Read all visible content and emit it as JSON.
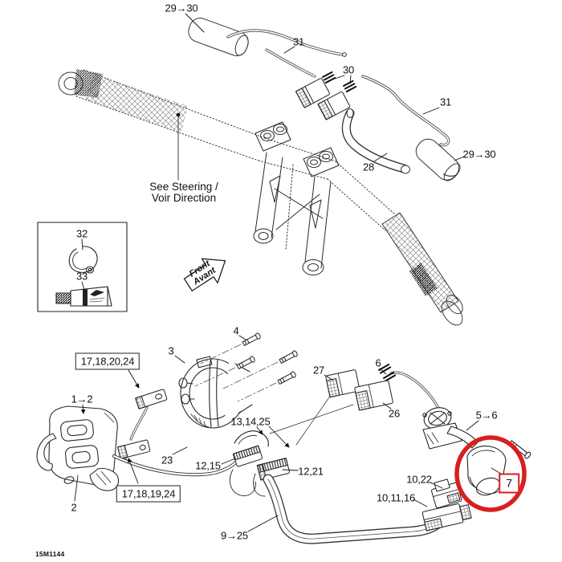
{
  "title": "Steering wiring harness exploded parts diagram",
  "drawing_code": "15M1144",
  "colors": {
    "background": "#ffffff",
    "line": "#1f1f1f",
    "highlight_red": "#d7201f"
  },
  "note": {
    "line1": "See Steering /",
    "line2": "Voir Direction"
  },
  "direction_arrow": {
    "line1": "Front",
    "line2": "Avant"
  },
  "highlighted_part": "7",
  "labels": [
    {
      "id": "29-30-left",
      "text": "29→30"
    },
    {
      "id": "31-upper",
      "text": "31"
    },
    {
      "id": "30",
      "text": "30"
    },
    {
      "id": "31-right",
      "text": "31"
    },
    {
      "id": "28",
      "text": "28"
    },
    {
      "id": "29-30-right",
      "text": "29→30"
    },
    {
      "id": "32",
      "text": "32"
    },
    {
      "id": "33",
      "text": "33"
    },
    {
      "id": "4",
      "text": "4"
    },
    {
      "id": "3",
      "text": "3"
    },
    {
      "id": "17-18-20-24",
      "text": "17,18,20,24",
      "boxed": true
    },
    {
      "id": "1-2",
      "text": "1→2"
    },
    {
      "id": "27",
      "text": "27"
    },
    {
      "id": "6",
      "text": "6"
    },
    {
      "id": "26",
      "text": "26"
    },
    {
      "id": "5-6",
      "text": "5→6"
    },
    {
      "id": "13-14-25",
      "text": "13,14,25"
    },
    {
      "id": "23",
      "text": "23"
    },
    {
      "id": "12-15",
      "text": "12,15"
    },
    {
      "id": "12-21",
      "text": "12,21"
    },
    {
      "id": "17-18-19-24",
      "text": "17,18,19,24",
      "boxed": true
    },
    {
      "id": "2",
      "text": "2"
    },
    {
      "id": "10-22",
      "text": "10,22"
    },
    {
      "id": "10-11-16",
      "text": "10,11,16"
    },
    {
      "id": "7",
      "text": "7",
      "highlighted": true
    },
    {
      "id": "9-25",
      "text": "9→25"
    }
  ]
}
